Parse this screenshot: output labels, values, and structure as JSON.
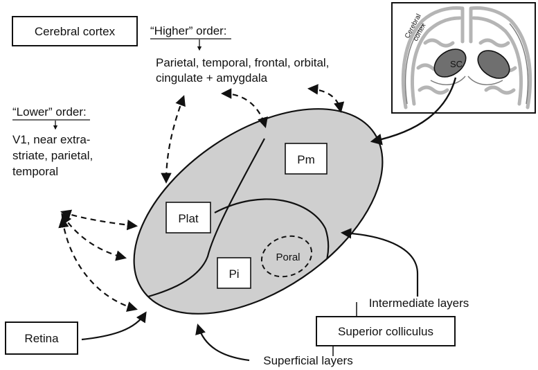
{
  "labels": {
    "cerebral_cortex_box": "Cerebral cortex",
    "higher_order_title": "“Higher” order:",
    "higher_order_line1": "Parietal, temporal, frontal, orbital,",
    "higher_order_line2": "cingulate + amygdala",
    "lower_order_title": "“Lower” order:",
    "lower_order_line1": "V1, near extra-",
    "lower_order_line2": "striate, parietal,",
    "lower_order_line3": "temporal",
    "pm": "Pm",
    "plat": "Plat",
    "pi": "Pi",
    "poral": "Poral",
    "retina": "Retina",
    "superior_colliculus": "Superior colliculus",
    "intermediate_layers": "Intermediate layers",
    "superficial_layers": "Superficial layers",
    "inset_cortex_1": "Cerebral",
    "inset_cortex_2": "cortex",
    "inset_sc": "SC"
  },
  "colors": {
    "region_fill": "#cfcfcf",
    "stroke": "#111111",
    "sc_fill": "#6f6f6f",
    "inset_tissue": "#bdbdbd"
  }
}
